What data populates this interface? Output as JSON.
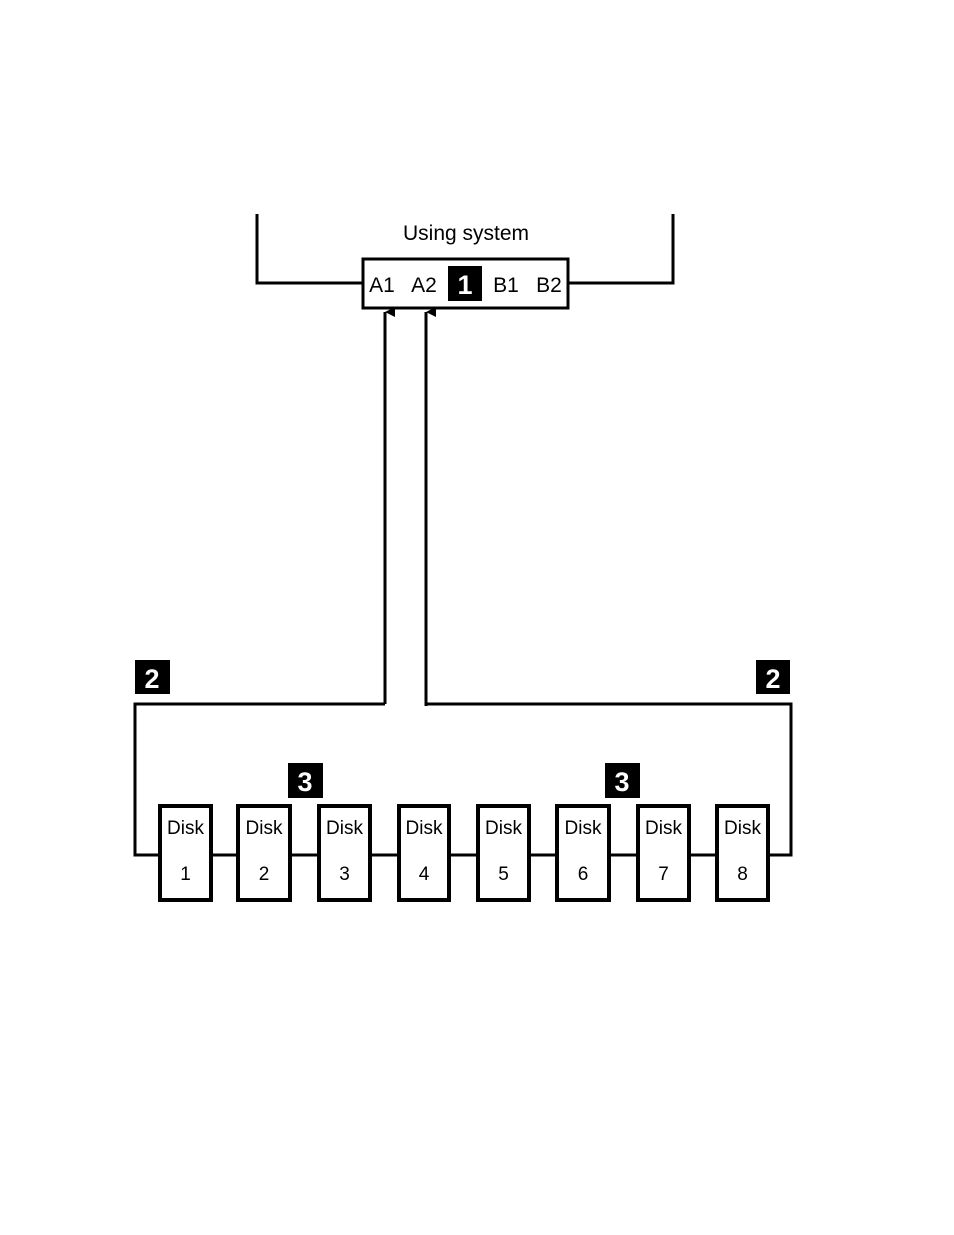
{
  "system": {
    "title": "Using system",
    "ports": [
      "A1",
      "A2",
      "B1",
      "B2"
    ],
    "callout": "1"
  },
  "loop_callouts": [
    "2",
    "2"
  ],
  "disk_callouts": [
    "3",
    "3"
  ],
  "disks": [
    {
      "label": "Disk",
      "number": "1"
    },
    {
      "label": "Disk",
      "number": "2"
    },
    {
      "label": "Disk",
      "number": "3"
    },
    {
      "label": "Disk",
      "number": "4"
    },
    {
      "label": "Disk",
      "number": "5"
    },
    {
      "label": "Disk",
      "number": "6"
    },
    {
      "label": "Disk",
      "number": "7"
    },
    {
      "label": "Disk",
      "number": "8"
    }
  ],
  "colors": {
    "line": "#000000",
    "background": "#ffffff",
    "callout_fill": "#000000",
    "callout_text": "#ffffff"
  }
}
